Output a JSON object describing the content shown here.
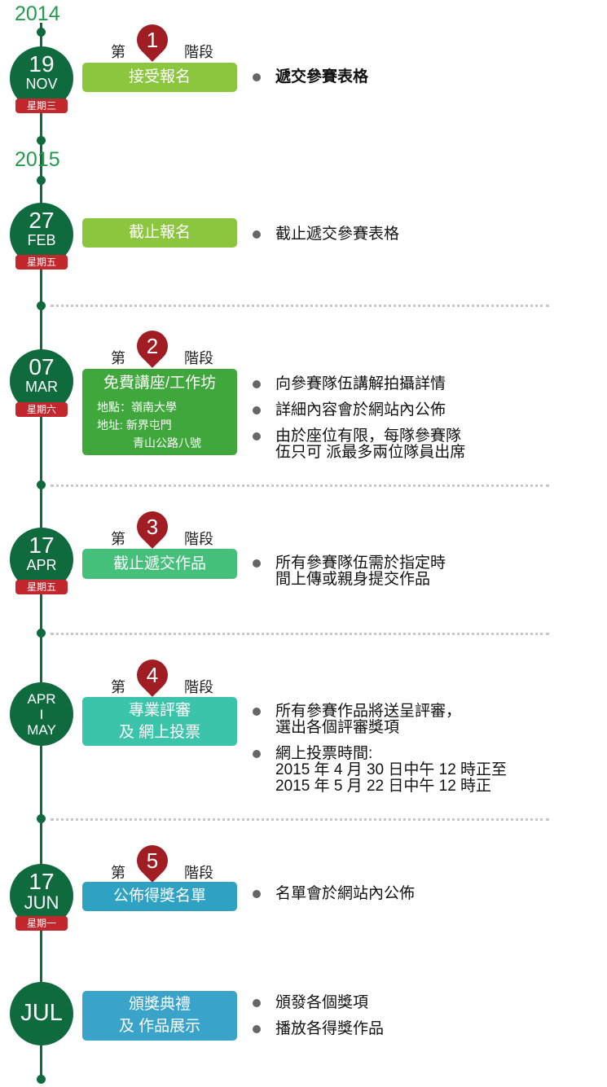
{
  "years": [
    "2014",
    "2015"
  ],
  "stage_text": {
    "prefix": "第",
    "suffix": "階段"
  },
  "events": [
    {
      "day": "19",
      "month": "NOV",
      "weekday": "星期三",
      "stage": "1",
      "box": [
        "接受報名"
      ],
      "box_color": "#8cc63f",
      "bullets": [
        "遞交參賽表格"
      ]
    },
    {
      "day": "27",
      "month": "FEB",
      "weekday": "星期五",
      "stage": "",
      "box": [
        "截止報名"
      ],
      "box_color": "#8cc63f",
      "bullets": [
        "截止遞交參賽表格"
      ]
    },
    {
      "day": "07",
      "month": "MAR",
      "weekday": "星期六",
      "stage": "2",
      "box": [
        "免費講座/工作坊"
      ],
      "box_color": "#3fa73c",
      "location_lines": [
        "地點：嶺南大學",
        "地址: 新界屯門",
        "青山公路八號"
      ],
      "bullets": [
        "向參賽隊伍講解拍攝詳情",
        "詳細內容會於網站內公佈",
        "由於座位有限，每隊參賽隊\n伍只可 派最多兩位隊員出席"
      ]
    },
    {
      "day": "17",
      "month": "APR",
      "weekday": "星期五",
      "stage": "3",
      "box": [
        "截止遞交作品"
      ],
      "box_color": "#45c07a",
      "bullets": [
        "所有參賽隊伍需於指定時\n間上傳或親身提交作品"
      ]
    },
    {
      "day": "APR\nI\nMAY",
      "month": "",
      "weekday": "",
      "stage": "4",
      "box": [
        "專業評審",
        "及 網上投票"
      ],
      "box_color": "#3cc4ab",
      "bullets": [
        "所有參賽作品將送呈評審，\n選出各個評審獎項",
        "網上投票時間:\n2015 年 4 月 30 日中午 12 時正至\n2015 年 5 月 22 日中午 12 時正"
      ]
    },
    {
      "day": "17",
      "month": "JUN",
      "weekday": "星期一",
      "stage": "5",
      "box": [
        "公佈得獎名單"
      ],
      "box_color": "#2fa2c4",
      "bullets": [
        "名單會於網站內公佈"
      ]
    },
    {
      "day": "JUL",
      "month": "",
      "weekday": "",
      "stage": "",
      "box": [
        "頒獎典禮",
        "及 作品展示"
      ],
      "box_color": "#39a3c9",
      "bullets": [
        "頒發各個獎項",
        "播放各得獎作品"
      ]
    }
  ],
  "colors": {
    "line": "#0f6b3e",
    "year": "#239a4d",
    "weekday_badge": "#c1272d",
    "pin": "#a11d24"
  }
}
